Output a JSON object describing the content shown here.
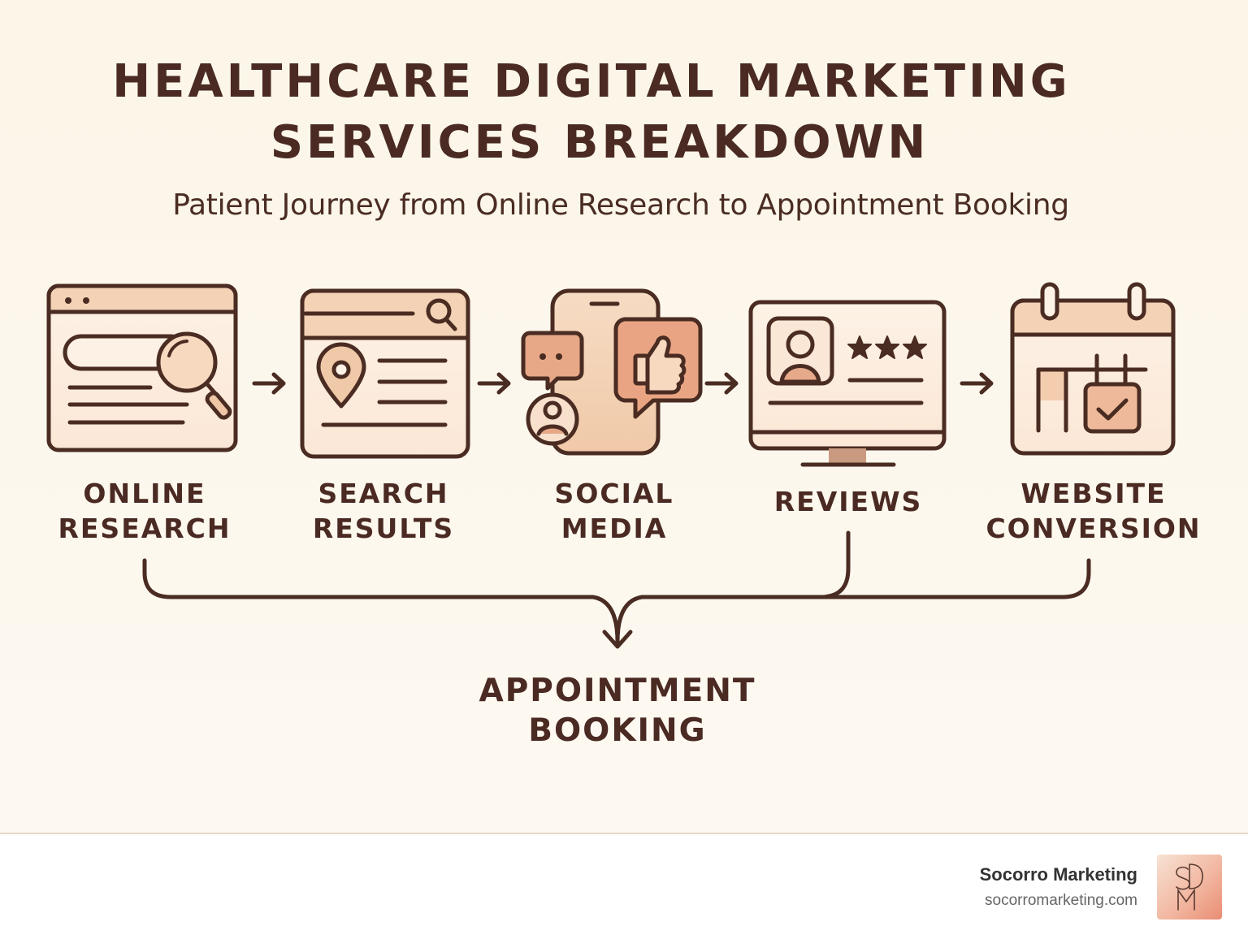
{
  "title_lines": [
    "HEALTHCARE DIGITAL MARKETING",
    "SERVICES BREAKDOWN"
  ],
  "subtitle": "Patient Journey from Online Research to Appointment Booking",
  "steps": [
    {
      "label_lines": [
        "ONLINE",
        "RESEARCH"
      ],
      "icon": "browser-search-icon"
    },
    {
      "label_lines": [
        "SEARCH",
        "RESULTS"
      ],
      "icon": "search-results-location-icon"
    },
    {
      "label_lines": [
        "SOCIAL",
        "MEDIA"
      ],
      "icon": "social-media-phone-icon"
    },
    {
      "label_lines": [
        "REVIEWS"
      ],
      "icon": "reviews-monitor-icon"
    },
    {
      "label_lines": [
        "WEBSITE",
        "CONVERSION"
      ],
      "icon": "calendar-booking-icon"
    }
  ],
  "final": {
    "label_lines": [
      "APPOINTMENT",
      "BOOKING"
    ]
  },
  "footer": {
    "brand_name": "Socorro Marketing",
    "url": "socorromarketing.com",
    "logo_icon": "sm-monogram-logo"
  },
  "colors": {
    "outline": "#4a2c22",
    "fill_light": "#fbe9da",
    "fill_mid": "#f3d2b5",
    "accent": "#e9a583",
    "background": "#fcf6ea"
  }
}
